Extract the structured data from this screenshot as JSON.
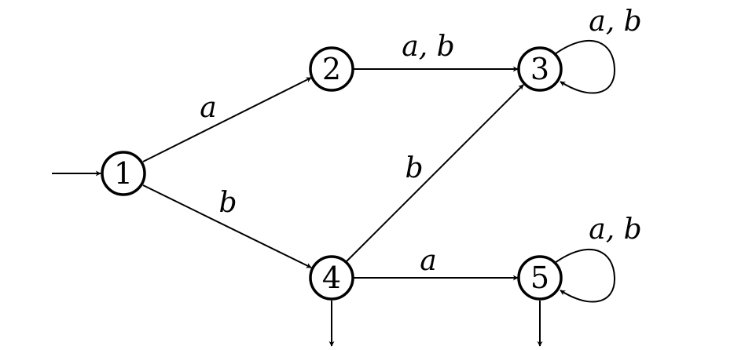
{
  "diagram": {
    "states": [
      {
        "id": "s1",
        "label": "1"
      },
      {
        "id": "s2",
        "label": "2"
      },
      {
        "id": "s3",
        "label": "3"
      },
      {
        "id": "s4",
        "label": "4"
      },
      {
        "id": "s5",
        "label": "5"
      }
    ],
    "initial_state": "s1",
    "final_states": [
      "s4",
      "s5"
    ],
    "transitions": [
      {
        "from": "s1",
        "to": "s2",
        "label": "a"
      },
      {
        "from": "s1",
        "to": "s4",
        "label": "b"
      },
      {
        "from": "s2",
        "to": "s3",
        "label": "a, b"
      },
      {
        "from": "s4",
        "to": "s3",
        "label": "b"
      },
      {
        "from": "s4",
        "to": "s5",
        "label": "a"
      },
      {
        "from": "s3",
        "to": "s3",
        "label": "a, b"
      },
      {
        "from": "s5",
        "to": "s5",
        "label": "a, b"
      }
    ],
    "colors": {
      "stroke": "#000000",
      "background": "#ffffff"
    }
  }
}
